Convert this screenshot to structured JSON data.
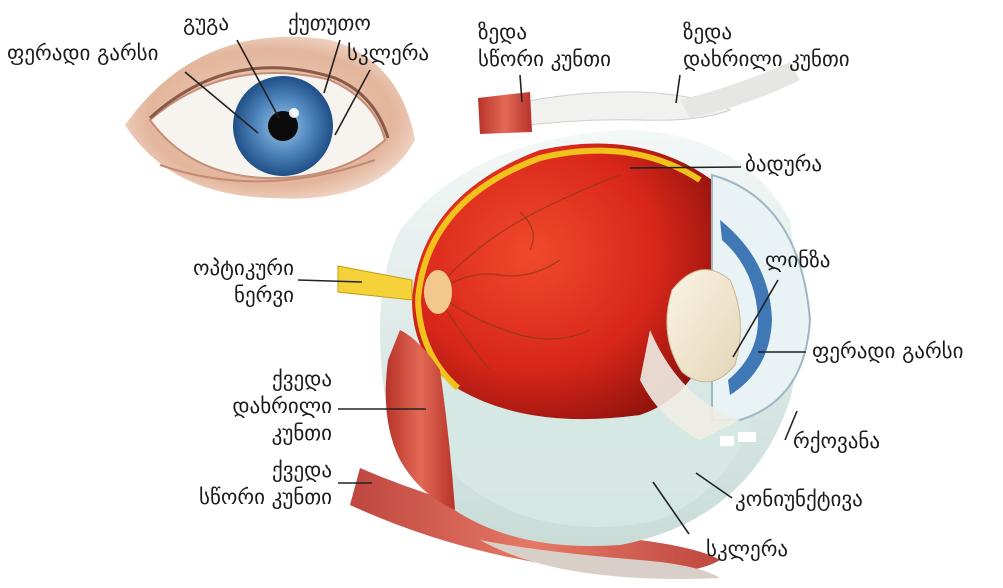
{
  "labels": {
    "eye_iris": "ფერადი გარსი",
    "eye_pupil": "გუგა",
    "eye_eyelid": "ქუთუთო",
    "eye_sclera": "სკლერა",
    "sup_rectus_1": "ზედა",
    "sup_rectus_2": "სწორი კუნთი",
    "sup_oblique_1": "ზედა",
    "sup_oblique_2": "დახრილი კუნთი",
    "retina": "ბადურა",
    "optic_1": "ოპტიკური",
    "optic_2": "ნერვი",
    "lens": "ლინზა",
    "iris": "ფერადი გარსი",
    "inf_oblique_1": "ქვედა",
    "inf_oblique_2": "დახრილი",
    "inf_oblique_3": "კუნთი",
    "cornea": "რქოვანა",
    "inf_rectus_1": "ქვედა",
    "inf_rectus_2": "სწორი კუნთი",
    "conjunctiva": "კონიუნქტივა",
    "sclera": "სკლერა"
  },
  "colors": {
    "eyeball_red": "#d8261a",
    "retina_yellow": "#f2c21c",
    "muscle_red": "#d84a3c",
    "iris_blue": "#3f78b4",
    "sclera_light": "#e9f2f0",
    "leader_line": "#222222"
  }
}
